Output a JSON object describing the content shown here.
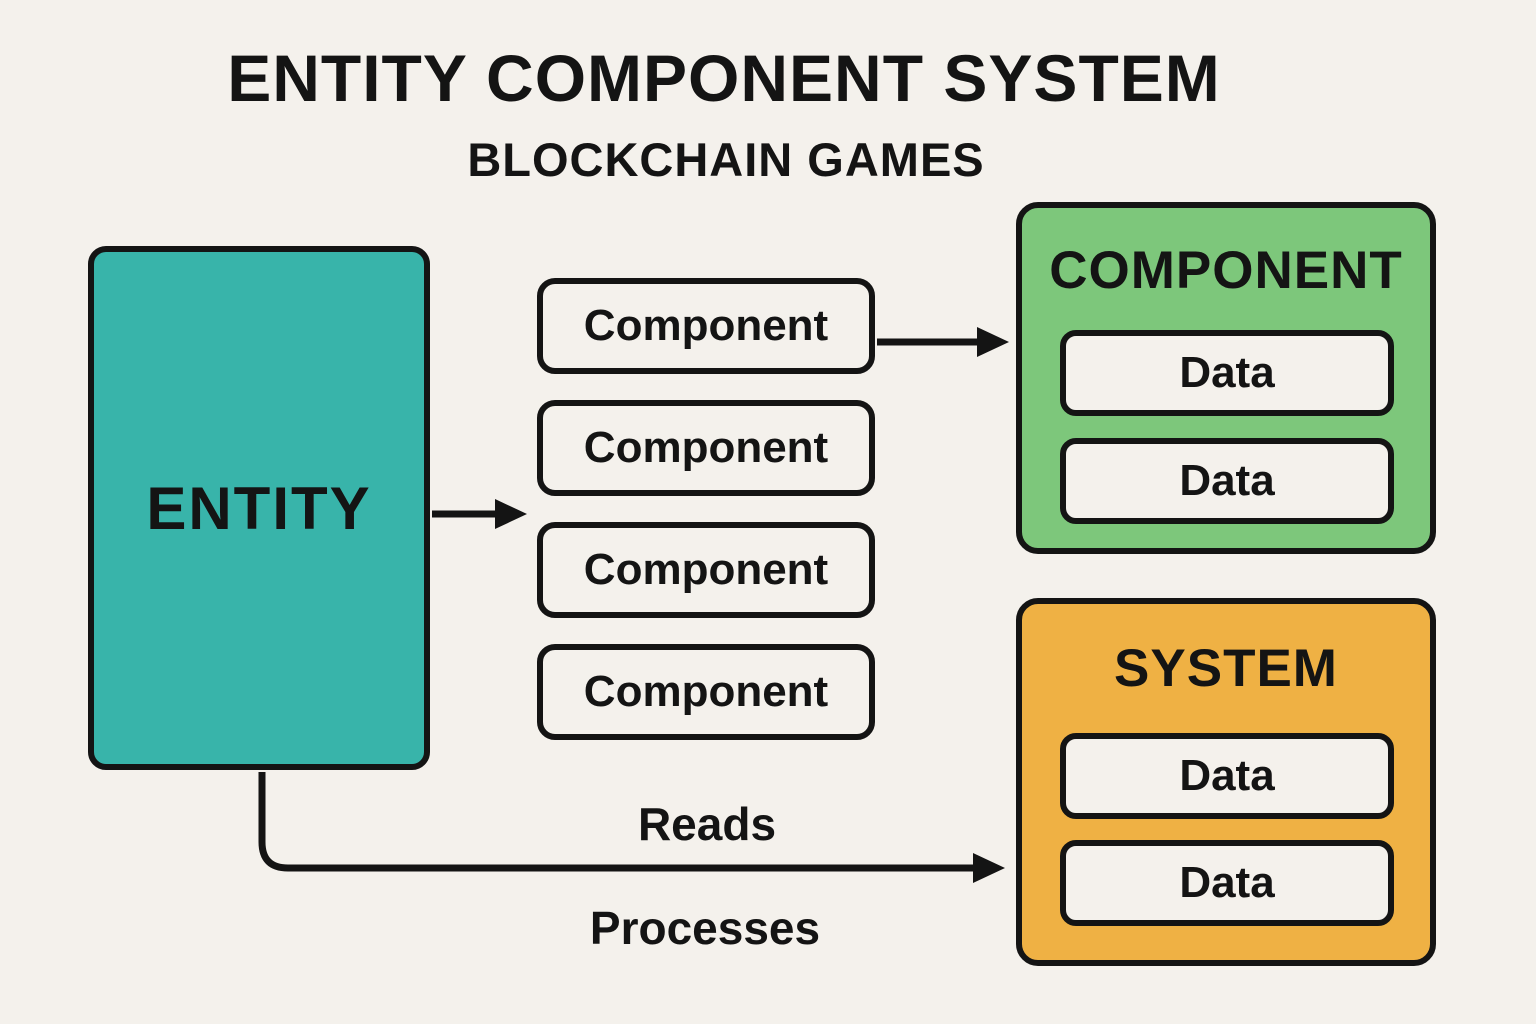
{
  "page": {
    "title": "ENTITY COMPONENT SYSTEM",
    "subtitle": "BLOCKCHAIN GAMES"
  },
  "entity": {
    "label": "ENTITY"
  },
  "components": {
    "items": [
      {
        "label": "Component"
      },
      {
        "label": "Component"
      },
      {
        "label": "Component"
      },
      {
        "label": "Component"
      }
    ]
  },
  "component_panel": {
    "title": "COMPONENT",
    "data_items": [
      {
        "label": "Data"
      },
      {
        "label": "Data"
      }
    ]
  },
  "system_panel": {
    "title": "SYSTEM",
    "data_items": [
      {
        "label": "Data"
      },
      {
        "label": "Data"
      }
    ]
  },
  "edges": {
    "reads_label": "Reads",
    "processes_label": "Processes"
  },
  "colors": {
    "background": "#f4f1ec",
    "entity_fill": "#38b4aa",
    "component_panel_fill": "#7dc77b",
    "system_panel_fill": "#efb144",
    "box_fill": "#f4f1ec",
    "stroke": "#141414",
    "text": "#141414"
  }
}
